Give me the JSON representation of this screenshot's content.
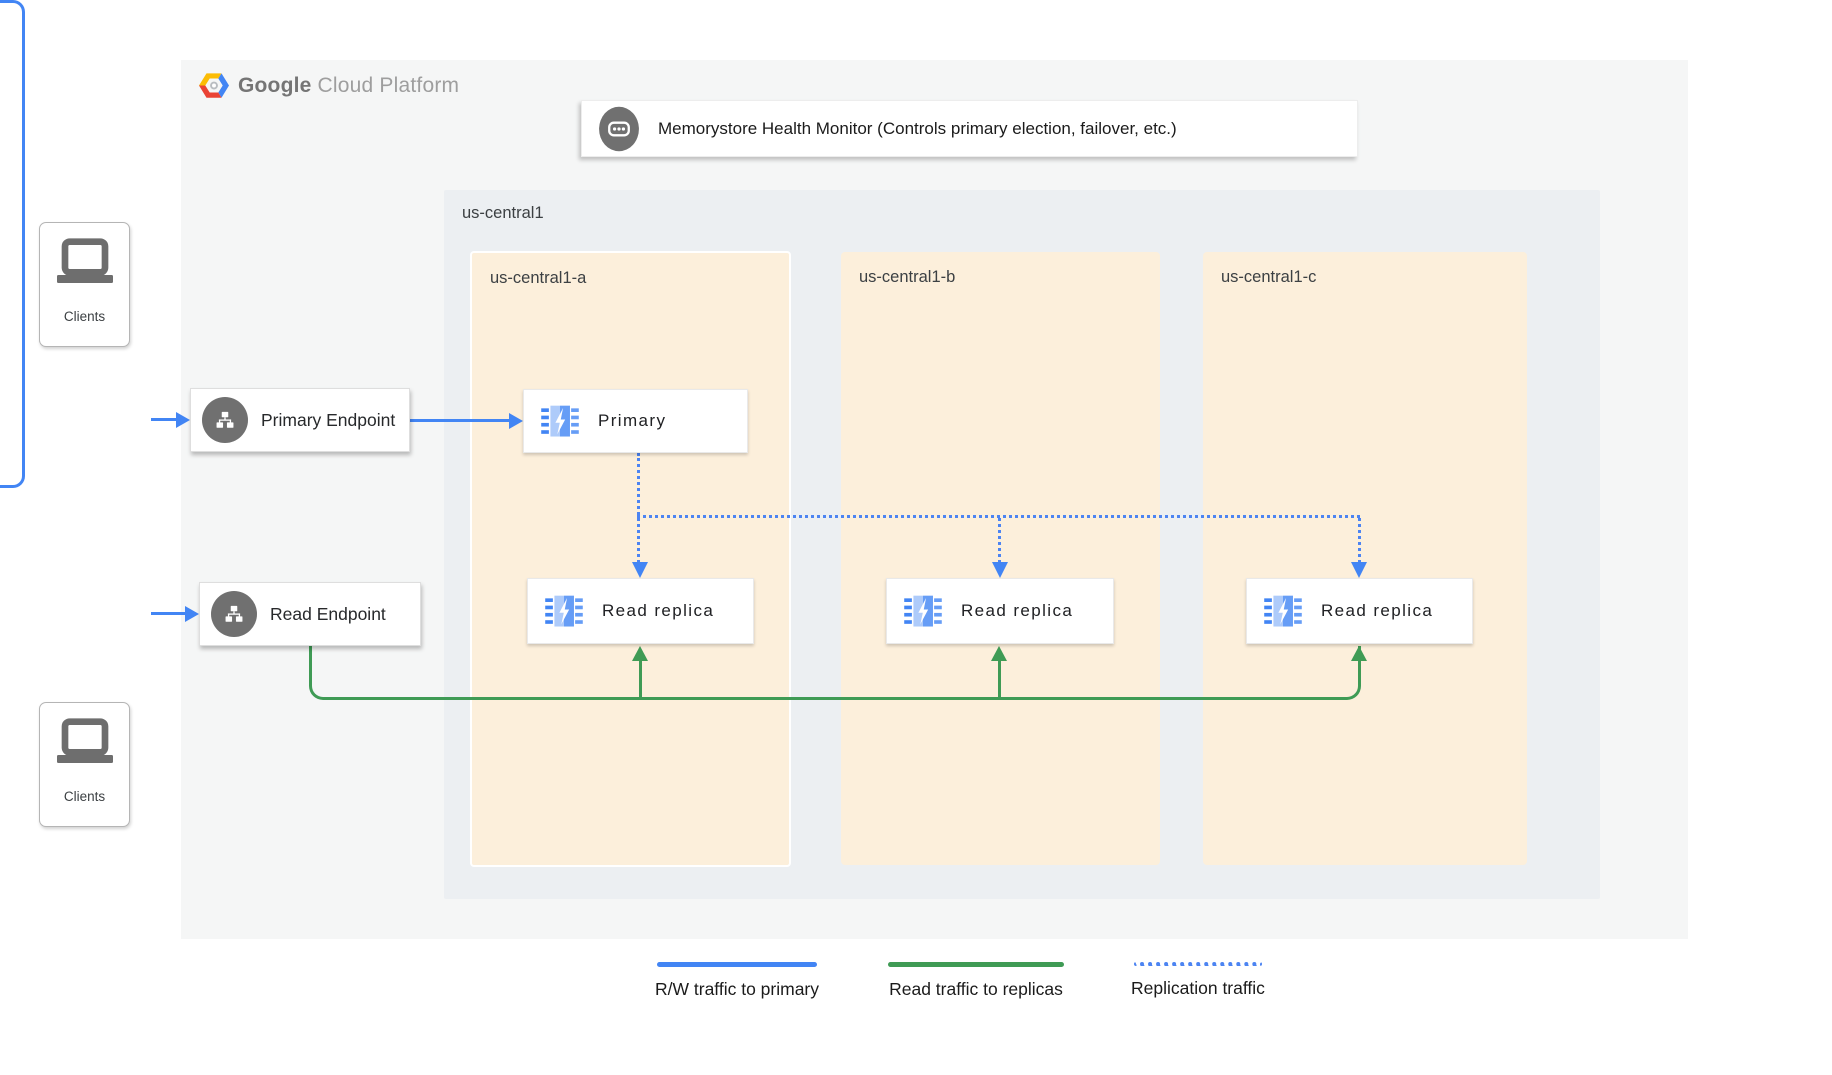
{
  "logo": {
    "part1": "Google",
    "part2": "Cloud Platform",
    "icon": "gcp-hexagon-icon"
  },
  "monitor": {
    "label": "Memorystore Health Monitor (Controls primary election, failover, etc.)",
    "icon": "console-dots-icon"
  },
  "region": {
    "label": "us-central1",
    "zones": [
      {
        "label": "us-central1-a"
      },
      {
        "label": "us-central1-b"
      },
      {
        "label": "us-central1-c"
      }
    ]
  },
  "nodes": {
    "primary": {
      "label": "Primary",
      "icon": "memorystore-chip-icon"
    },
    "replica_a": {
      "label": "Read replica",
      "icon": "memorystore-chip-icon"
    },
    "replica_b": {
      "label": "Read replica",
      "icon": "memorystore-chip-icon"
    },
    "replica_c": {
      "label": "Read replica",
      "icon": "memorystore-chip-icon"
    },
    "primary_endpoint": {
      "label": "Primary Endpoint",
      "icon": "sitemap-icon"
    },
    "read_endpoint": {
      "label": "Read Endpoint",
      "icon": "sitemap-icon"
    },
    "clients_top": {
      "label": "Clients",
      "icon": "laptop-icon"
    },
    "clients_bottom": {
      "label": "Clients",
      "icon": "laptop-icon"
    }
  },
  "legend": [
    {
      "label": "R/W traffic to primary",
      "style": "solid",
      "color": "#4285f4"
    },
    {
      "label": "Read traffic to replicas",
      "style": "solid",
      "color": "#3f9b55"
    },
    {
      "label": "Replication traffic",
      "style": "dotted",
      "color": "#4c84f2"
    }
  ],
  "colors": {
    "rw_traffic_blue": "#4285f4",
    "read_traffic_green": "#3f9b55",
    "replication_blue": "#4c84f2",
    "panel_bg": "#f5f6f6",
    "region_bg": "#eceff2",
    "zone_bg": "#fcefdb",
    "icon_gray": "#707070"
  }
}
